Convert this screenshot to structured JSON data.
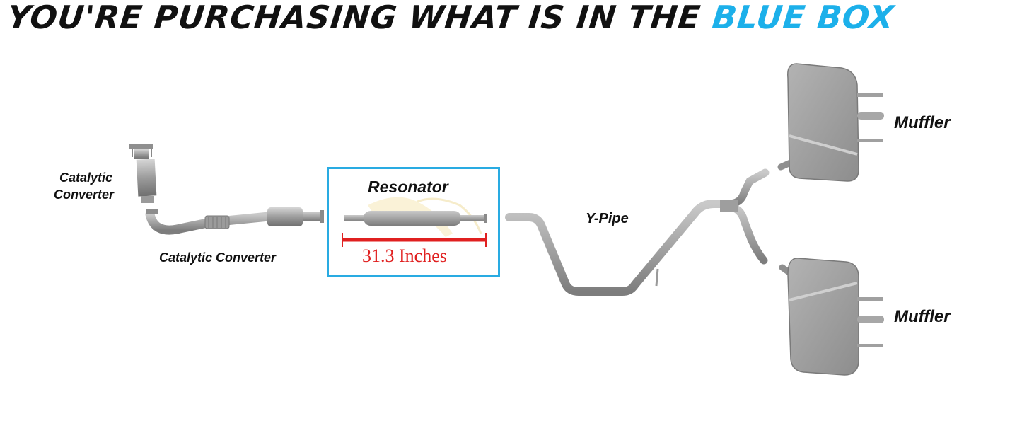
{
  "headline": {
    "lead": "YOU'RE PURCHASING WHAT IS IN THE",
    "highlight": "BLUE BOX"
  },
  "labels": {
    "catalytic_converter_upper_line1": "Catalytic",
    "catalytic_converter_upper_line2": "Converter",
    "catalytic_converter_lower": "Catalytic Converter",
    "resonator": "Resonator",
    "measurement": "31.3 Inches",
    "y_pipe": "Y-Pipe",
    "muffler_upper": "Muffler",
    "muffler_lower": "Muffler"
  },
  "colors": {
    "highlight": "#1cb0ea",
    "box_border": "#29abe2",
    "measure": "#e02020",
    "part_gray": "#a5a5a5",
    "text": "#111111"
  }
}
